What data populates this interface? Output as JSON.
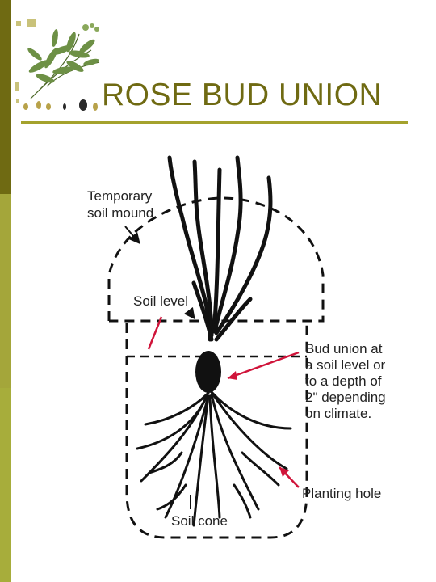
{
  "slide": {
    "title": "ROSE BUD UNION",
    "accent_color": "#a4a22d",
    "side_dark": "#6f6a12",
    "side_light": "#a4a63a"
  },
  "diagram": {
    "labels": {
      "temporary_mound": [
        "Temporary",
        "soil mound"
      ],
      "soil_level": "Soil level",
      "bud_union": [
        "Bud union at",
        "a soil level or",
        "to a depth of",
        "2\" depending",
        "on climate."
      ],
      "planting_hole": "Planting hole",
      "soil_cone": "Soil cone"
    },
    "arrow_color": "#d0143a",
    "icons": [
      "botanical-illustration-icon"
    ]
  }
}
